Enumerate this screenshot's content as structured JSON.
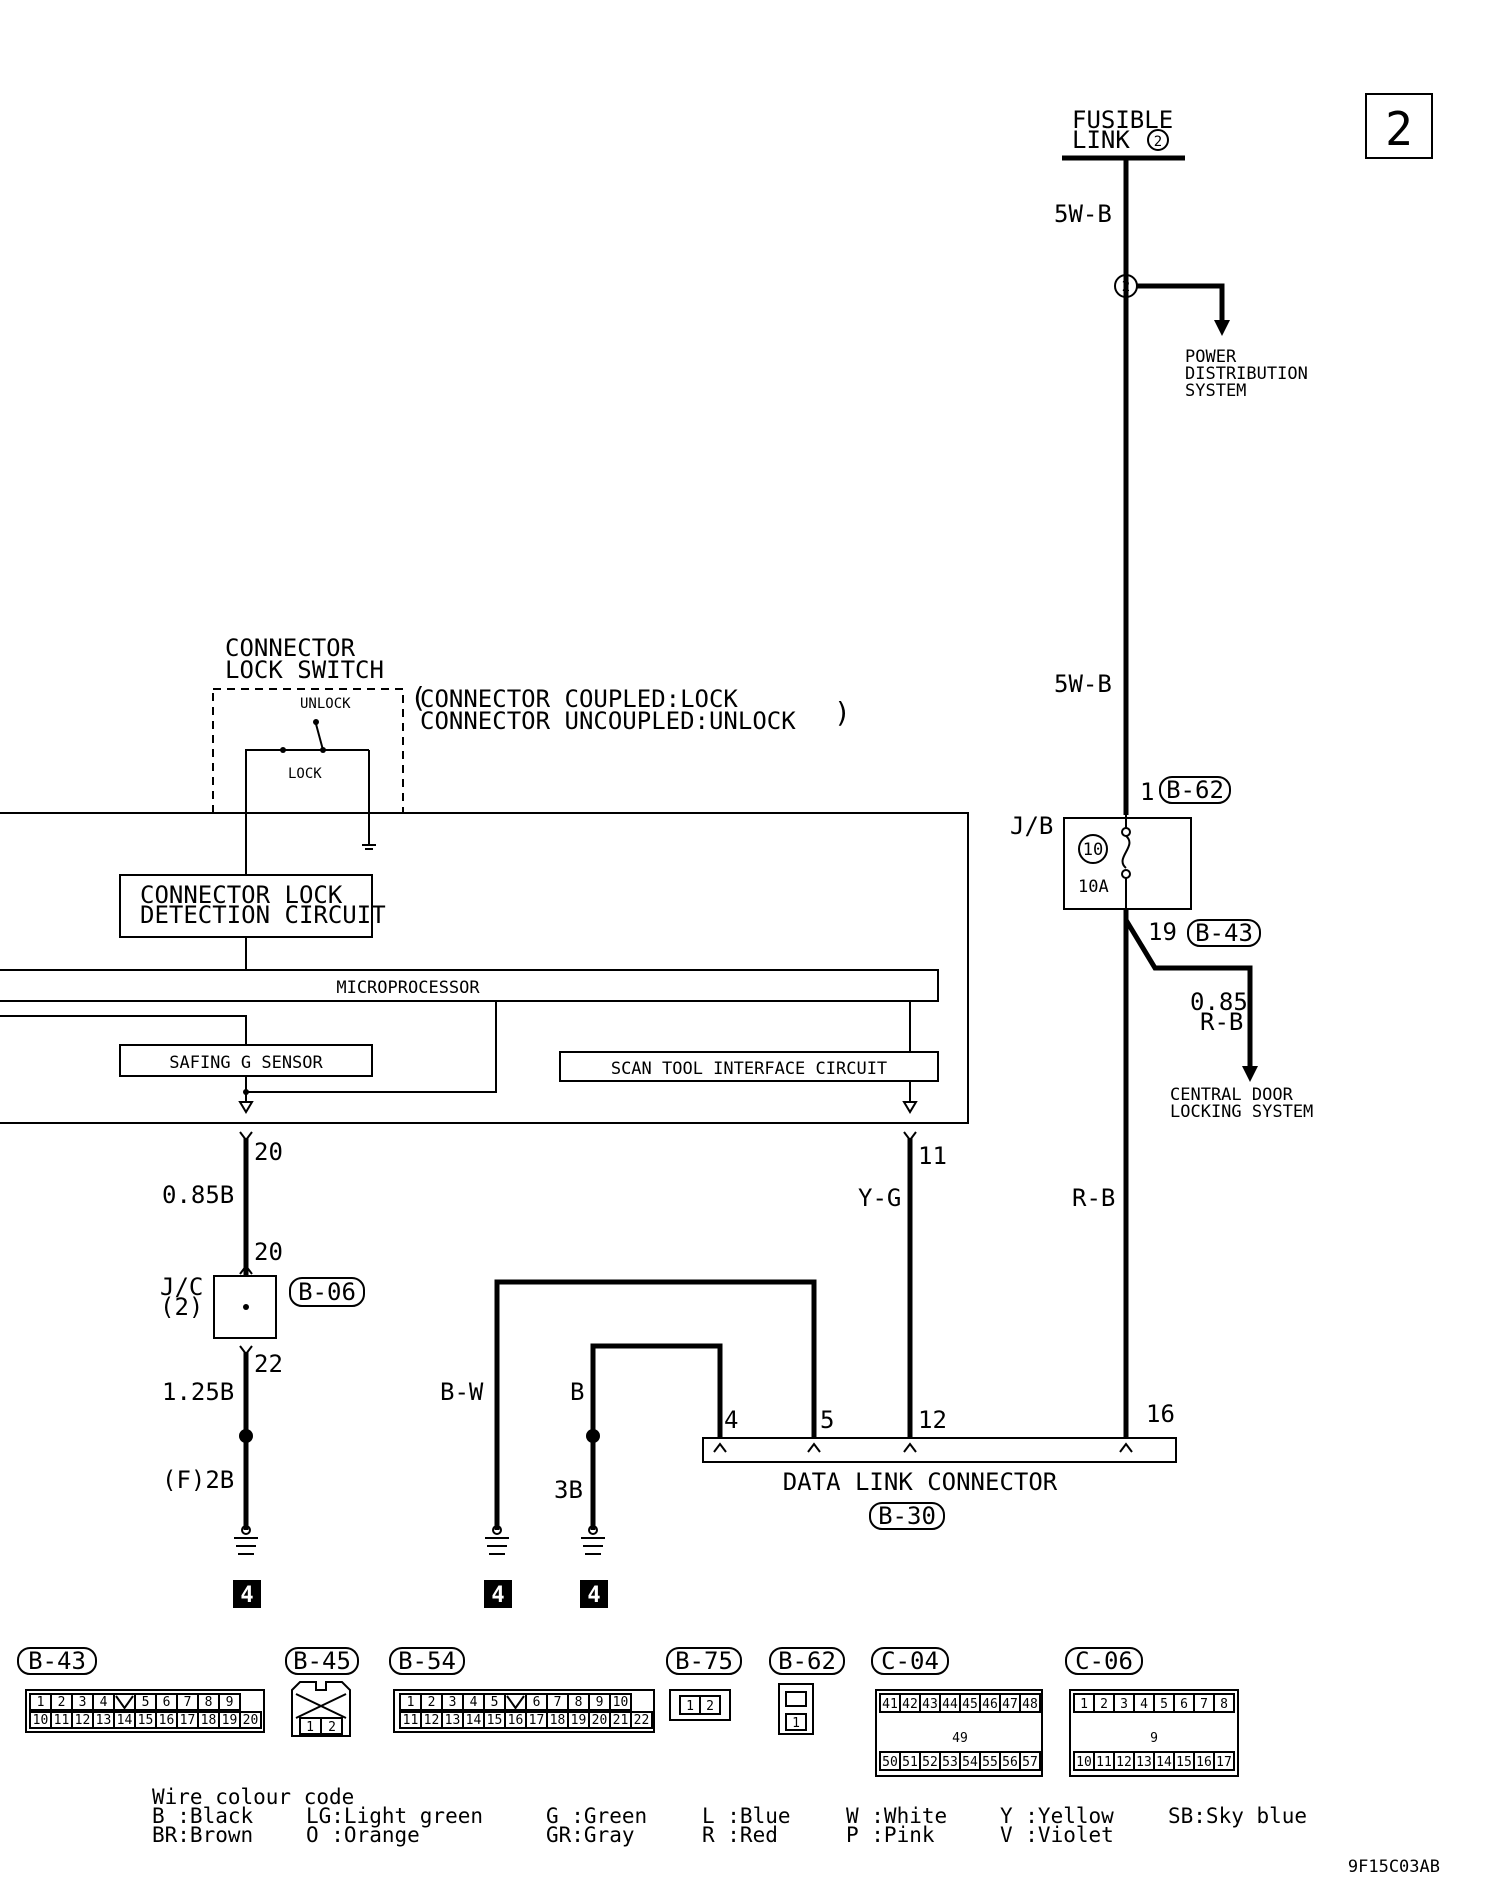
{
  "page_number": "2",
  "figure_code": "9F15C03AB",
  "fusible_link": {
    "line1": "FUSIBLE",
    "line2": "LINK",
    "number": "2"
  },
  "power_distribution": {
    "line1": "POWER",
    "line2": "DISTRIBUTION",
    "line3": "SYSTEM",
    "splice_number": "2"
  },
  "wires": {
    "w5wb_top": "5W-B",
    "w5wb_mid": "5W-B",
    "rb_upper1": "0.85",
    "rb_upper2": "R-B",
    "rb_main": "R-B",
    "yg": "Y-G",
    "b085": "0.85B",
    "b125": "1.25B",
    "f2b": "(F)2B",
    "bw": "B-W",
    "b": "B",
    "b3": "3B"
  },
  "central_door": {
    "line1": "CENTRAL DOOR",
    "line2": "LOCKING SYSTEM"
  },
  "junction_block": {
    "label": "J/B",
    "fuse_number": "10",
    "fuse_rating": "10A",
    "pin_in": "1",
    "conn_in": "B-62",
    "pin_out": "19",
    "conn_out": "B-43"
  },
  "connector_lock_switch": {
    "title1": "CONNECTOR",
    "title2": "LOCK SWITCH",
    "unlock": "UNLOCK",
    "lock": "LOCK",
    "note1": "CONNECTOR COUPLED:LOCK",
    "note2": "CONNECTOR UNCOUPLED:UNLOCK"
  },
  "ecu_blocks": {
    "detection1": "CONNECTOR LOCK",
    "detection2": "DETECTION CIRCUIT",
    "microprocessor": "MICROPROCESSOR",
    "safing": "SAFING G SENSOR",
    "scan_tool": "SCAN TOOL INTERFACE CIRCUIT"
  },
  "pins": {
    "ecu_20": "20",
    "ecu_11": "11",
    "jc_in": "20",
    "jc_out": "22",
    "dlc_4": "4",
    "dlc_5": "5",
    "dlc_12": "12",
    "dlc_16": "16"
  },
  "joint_connector": {
    "line1": "J/C",
    "line2": "(2)",
    "conn": "B-06"
  },
  "dlc": {
    "label": "DATA LINK CONNECTOR",
    "conn": "B-30"
  },
  "ground_markers": [
    "4",
    "4",
    "4"
  ],
  "connector_views": [
    {
      "name": "B-43",
      "row1": [
        "1",
        "2",
        "3",
        "4",
        "",
        "5",
        "6",
        "7",
        "8",
        "9"
      ],
      "row2": [
        "10",
        "11",
        "12",
        "13",
        "14",
        "15",
        "16",
        "17",
        "18",
        "19",
        "20"
      ]
    },
    {
      "name": "B-45",
      "pins": [
        "1",
        "2"
      ]
    },
    {
      "name": "B-54",
      "row1": [
        "1",
        "2",
        "3",
        "4",
        "5",
        "",
        "6",
        "7",
        "8",
        "9",
        "10"
      ],
      "row2": [
        "11",
        "12",
        "13",
        "14",
        "15",
        "16",
        "17",
        "18",
        "19",
        "20",
        "21",
        "22"
      ]
    },
    {
      "name": "B-75",
      "pins": [
        "1",
        "2"
      ]
    },
    {
      "name": "B-62",
      "pins": [
        "1"
      ]
    },
    {
      "name": "C-04",
      "row1": [
        "41",
        "42",
        "43",
        "44",
        "45",
        "46",
        "47",
        "48"
      ],
      "mid": "49",
      "row2": [
        "50",
        "51",
        "52",
        "53",
        "54",
        "55",
        "56",
        "57"
      ]
    },
    {
      "name": "C-06",
      "row1": [
        "1",
        "2",
        "3",
        "4",
        "5",
        "6",
        "7",
        "8"
      ],
      "mid": "9",
      "row2": [
        "10",
        "11",
        "12",
        "13",
        "14",
        "15",
        "16",
        "17"
      ]
    }
  ],
  "colour_code": {
    "title": "Wire colour code",
    "entries": [
      "B :Black",
      "BR:Brown",
      "LG:Light green",
      "O :Orange",
      "G :Green",
      "GR:Gray",
      "L :Blue",
      "R :Red",
      "W :White",
      "P :Pink",
      "Y :Yellow",
      "V :Violet",
      "SB:Sky blue"
    ]
  }
}
